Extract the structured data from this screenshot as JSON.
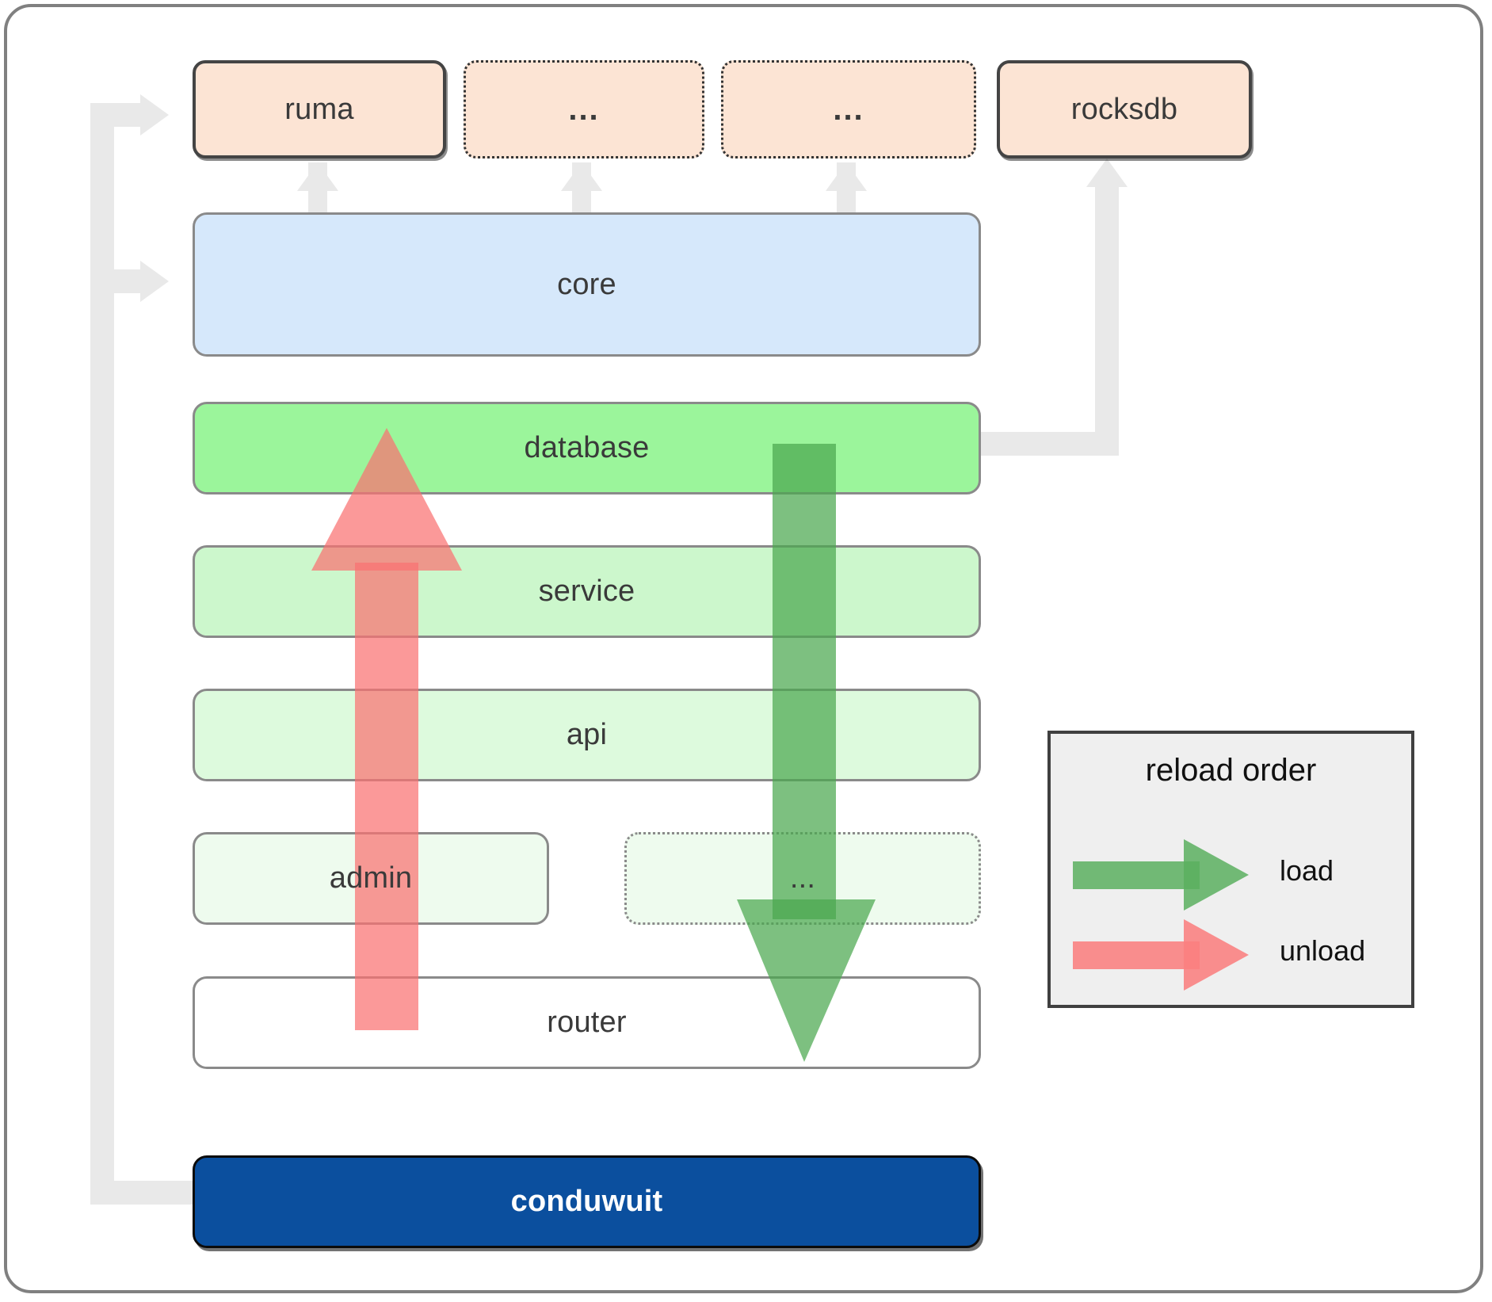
{
  "diagram": {
    "title": "conduwuit crate / layer reload order diagram",
    "dependencies": [
      {
        "id": "ruma",
        "label": "ruma",
        "style": "solid",
        "color": "#fce4d4"
      },
      {
        "id": "dep-dots-1",
        "label": "...",
        "style": "dotted",
        "color": "#fce4d4"
      },
      {
        "id": "dep-dots-2",
        "label": "...",
        "style": "dotted",
        "color": "#fce4d4"
      },
      {
        "id": "rocksdb",
        "label": "rocksdb",
        "style": "solid",
        "color": "#fce4d4"
      }
    ],
    "core": {
      "label": "core",
      "color": "#d6e8fb"
    },
    "layers": [
      {
        "id": "database",
        "label": "database",
        "style": "solid",
        "color": "#9bf59b"
      },
      {
        "id": "service",
        "label": "service",
        "style": "solid",
        "color": "#ccf7cc"
      },
      {
        "id": "api",
        "label": "api",
        "style": "solid",
        "color": "#ddfadd"
      },
      {
        "id": "admin",
        "label": "admin",
        "style": "solid",
        "color": "#eefbee"
      },
      {
        "id": "layer-dots",
        "label": "...",
        "style": "dotted",
        "color": "#eefbee"
      },
      {
        "id": "router",
        "label": "router",
        "style": "solid",
        "color": "#ffffff"
      }
    ],
    "root": {
      "label": "conduwuit",
      "color": "#0b4f9e",
      "text_color": "#ffffff"
    },
    "legend": {
      "title": "reload order",
      "items": [
        {
          "id": "load",
          "label": "load",
          "color": "#5aaf5f",
          "direction": "right"
        },
        {
          "id": "unload",
          "label": "unload",
          "color": "#fa8080",
          "direction": "right"
        }
      ]
    },
    "arrows": {
      "load": {
        "label": "load",
        "color": "#4ba84f",
        "direction": "down"
      },
      "unload": {
        "label": "unload",
        "color": "#fa7272",
        "direction": "up"
      }
    }
  }
}
